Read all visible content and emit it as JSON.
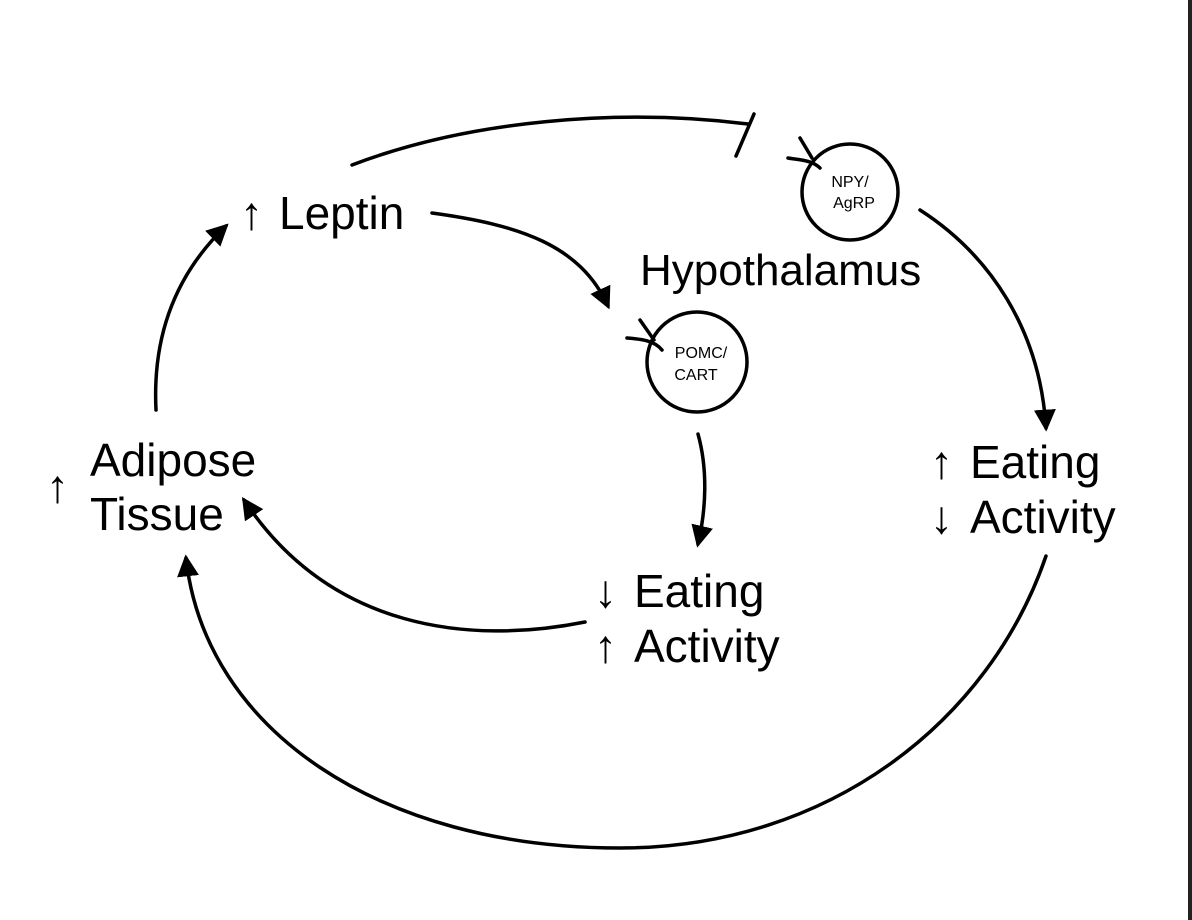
{
  "nodes": {
    "leptin": {
      "arrow": "↑",
      "text": "Leptin"
    },
    "hypothalamus": {
      "text": "Hypothalamus"
    },
    "npy": {
      "line1": "NPY/",
      "line2": "AgRP"
    },
    "pomc": {
      "line1": "POMC/",
      "line2": "CART"
    },
    "adipose": {
      "arrow": "↑",
      "line1": "Adipose",
      "line2": "Tissue"
    },
    "eating_right": {
      "arrow1": "↑",
      "line1": "Eating",
      "arrow2": "↓",
      "line2": "Activity"
    },
    "eating_mid": {
      "arrow1": "↓",
      "line1": "Eating",
      "arrow2": "↑",
      "line2": "Activity"
    }
  },
  "edges": [
    {
      "from": "leptin",
      "to": "npy",
      "type": "inhibit"
    },
    {
      "from": "leptin",
      "to": "pomc",
      "type": "activate"
    },
    {
      "from": "npy",
      "to": "eating_right",
      "type": "activate"
    },
    {
      "from": "pomc",
      "to": "eating_mid",
      "type": "activate"
    },
    {
      "from": "eating_mid",
      "to": "adipose",
      "type": "activate"
    },
    {
      "from": "eating_right",
      "to": "adipose",
      "type": "activate"
    },
    {
      "from": "adipose",
      "to": "leptin",
      "type": "activate"
    }
  ],
  "colors": {
    "ink": "#000000",
    "background": "#ffffff"
  }
}
